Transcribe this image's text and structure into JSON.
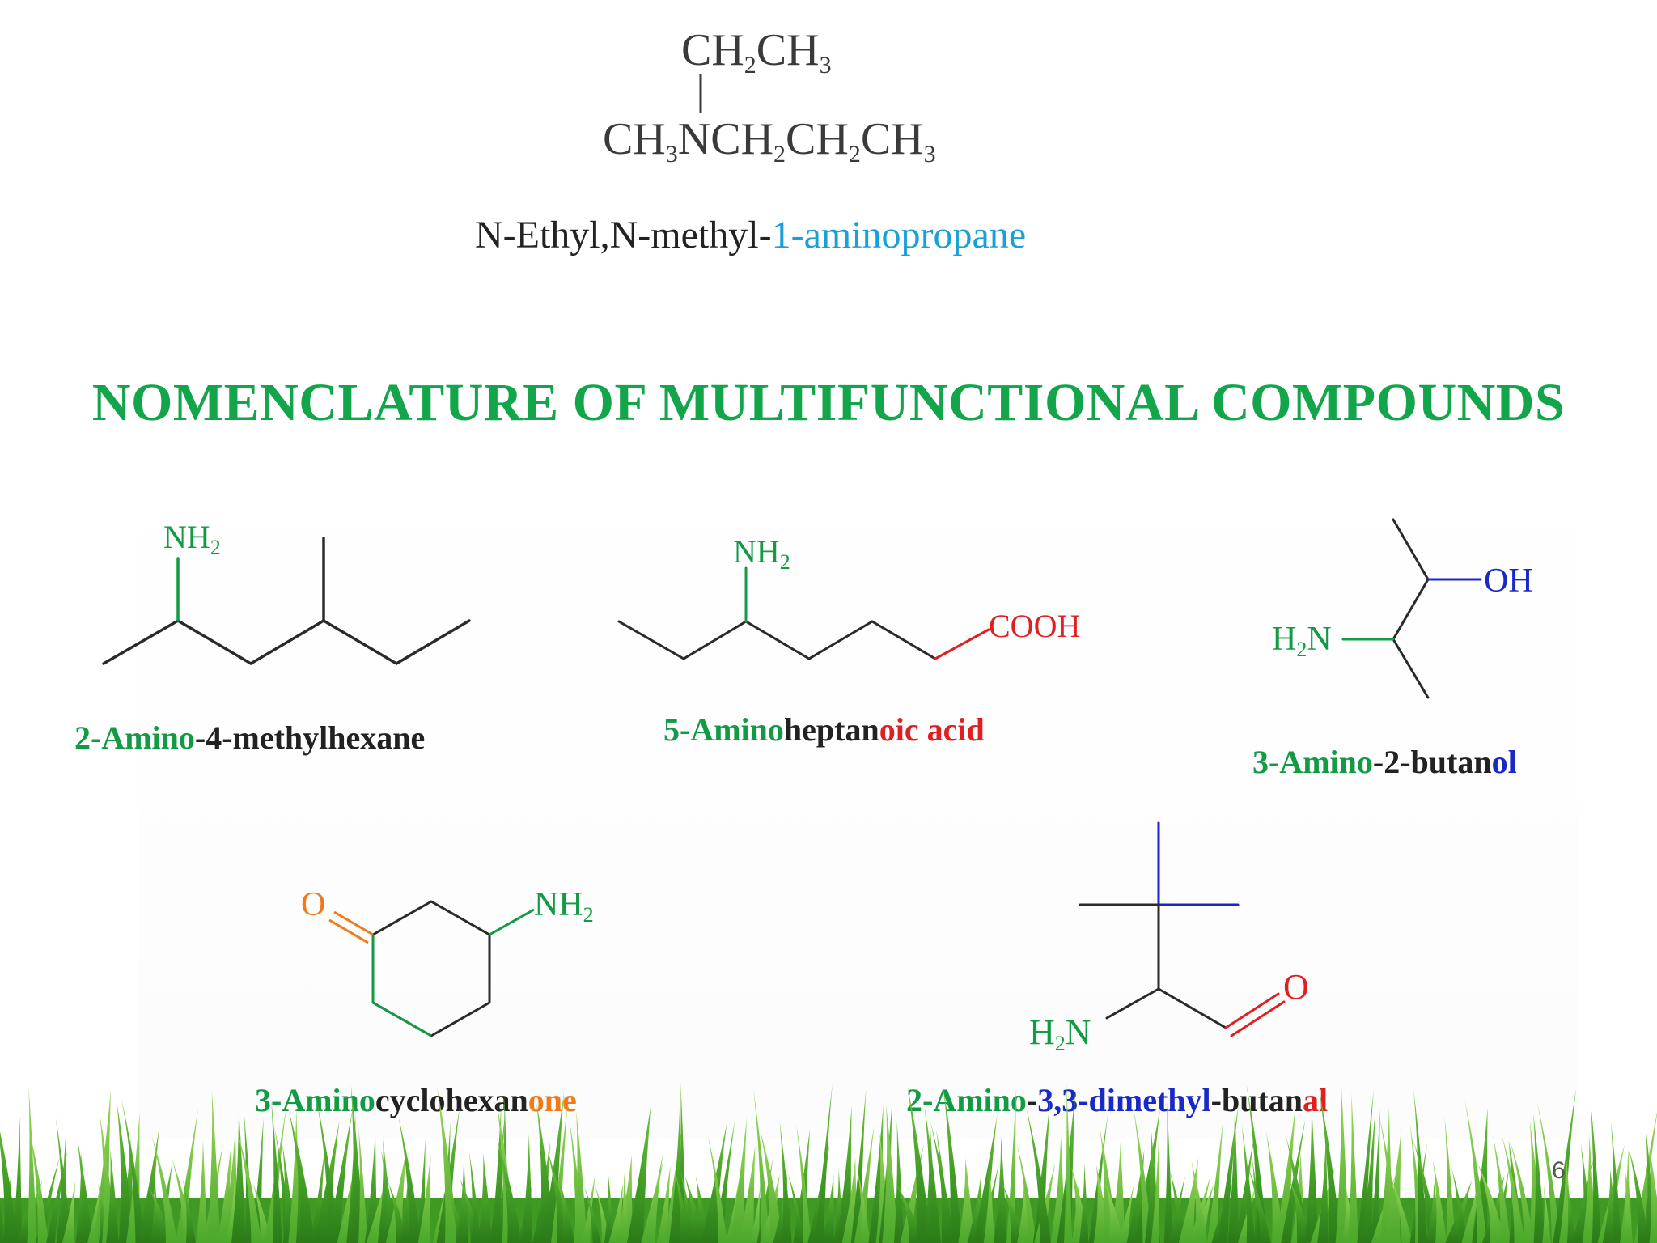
{
  "top": {
    "formula_upper": [
      "CH",
      "2",
      "CH",
      "3"
    ],
    "formula_lower": [
      "CH",
      "3",
      "NCH",
      "2",
      "CH",
      "2",
      "CH",
      "3"
    ],
    "name_prefix": "N-Ethyl,N-methyl-",
    "name_suffix": "1-aminopropane"
  },
  "title": "NOMENCLATURE OF MULTIFUNCTIONAL COMPOUNDS",
  "compounds": {
    "c1": {
      "label_nh": "NH",
      "label_sub": "2",
      "name": [
        "2-Amino",
        "-4-methylhexane"
      ]
    },
    "c2": {
      "label_nh": "NH",
      "label_sub": "2",
      "label_cooh": "COOH",
      "name": [
        "5-Amino",
        "heptan",
        "oic acid"
      ]
    },
    "c3": {
      "label_oh": "OH",
      "label_h": "H",
      "label_sub": "2",
      "label_n": "N",
      "name": [
        "3-Amino",
        "-2-butan",
        "ol"
      ]
    },
    "c4": {
      "label_o": "O",
      "label_nh": "NH",
      "label_sub": "2",
      "name": [
        "3-Amino",
        "cyclohexan",
        "one"
      ]
    },
    "c5": {
      "label_o": "O",
      "label_h": "H",
      "label_sub": "2",
      "label_n": "N",
      "name": [
        "2-Amino",
        "-",
        "3,3-dimethyl",
        "-butan",
        "al"
      ]
    }
  },
  "page_number": "6",
  "colors": {
    "title_green": "#12a54a",
    "amino_green": "#129a44",
    "acid_red": "#e02020",
    "methyl_blue": "#1a28c8",
    "ketone_orange": "#f07a1a",
    "prefix_cyan": "#1aa0d8"
  }
}
